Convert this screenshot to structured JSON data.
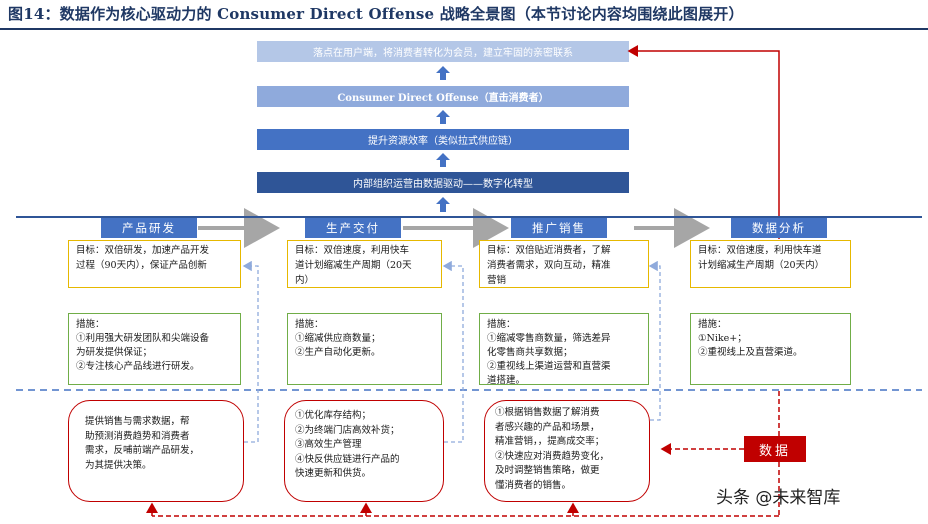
{
  "title": "图14：数据作为核心驱动力的 Consumer Direct Offense 战略全景图（本节讨论内容均围绕此图展开）",
  "pyramid": [
    "落点在用户端，将消费者转化为会员，建立牢固的亲密联系",
    "Consumer Direct Offense（直击消费者）",
    "提升资源效率（类似拉式供应链）",
    "内部组织运营由数据驱动——数字化转型"
  ],
  "stages": [
    {
      "name": "产品研发",
      "goal": [
        "目标：双倍研发，加速产品开发",
        "过程（90天内），保证产品创新"
      ],
      "measures": [
        "措施：",
        "①利用强大研发团队和尖端设备",
        "为研发提供保证；",
        "②专注核心产品线进行研发。"
      ],
      "data_use": [
        "提供销售与需求数据，帮",
        "助预测消费趋势和消费者",
        "需求，反哺前端产品研发，",
        "为其提供决策。"
      ]
    },
    {
      "name": "生产交付",
      "goal": [
        "目标：双倍速度，利用快车",
        "道计划缩减生产周期（20天",
        "内）"
      ],
      "measures": [
        "措施：",
        "①缩减供应商数量；",
        "②生产自动化更新。"
      ],
      "data_use": [
        "①优化库存结构；",
        "②为终端门店高效补货；",
        "③高效生产管理",
        "④快反供应链进行产品的",
        "快速更新和供货。"
      ]
    },
    {
      "name": "推广销售",
      "goal": [
        "目标：双倍贴近消费者，了解",
        "消费者需求，双向互动，精准",
        "营销"
      ],
      "measures": [
        "措施：",
        "①缩减零售商数量，筛选差异",
        "化零售商共享数据；",
        "②重视线上渠道运营和直营渠",
        "道搭建。"
      ],
      "data_use": [
        "①根据销售数据了解消费",
        "者感兴趣的产品和场景，",
        "精准营销，，提高成交率；",
        "②快速应对消费趋势变化，",
        "及时调整销售策略，做更",
        "懂消费者的销售。"
      ]
    },
    {
      "name": "数据分析",
      "goal": [
        "目标：双倍速度，利用快车道",
        "计划缩减生产周期（20天内）"
      ],
      "measures": [
        "措施：",
        "①Nike+；",
        "②重视线上及直营渠道。"
      ]
    }
  ],
  "data_tag": "数据",
  "watermark": "头条 @未来智库",
  "colors": {
    "pyramid": [
      "#b4c7e7",
      "#8faadc",
      "#4472c4",
      "#2f5597"
    ],
    "stage": "#4472c4",
    "goal_border": "#e6b800",
    "measure_border": "#70ad47",
    "data_flow": "#c00000",
    "feedback": "#8faadc"
  }
}
